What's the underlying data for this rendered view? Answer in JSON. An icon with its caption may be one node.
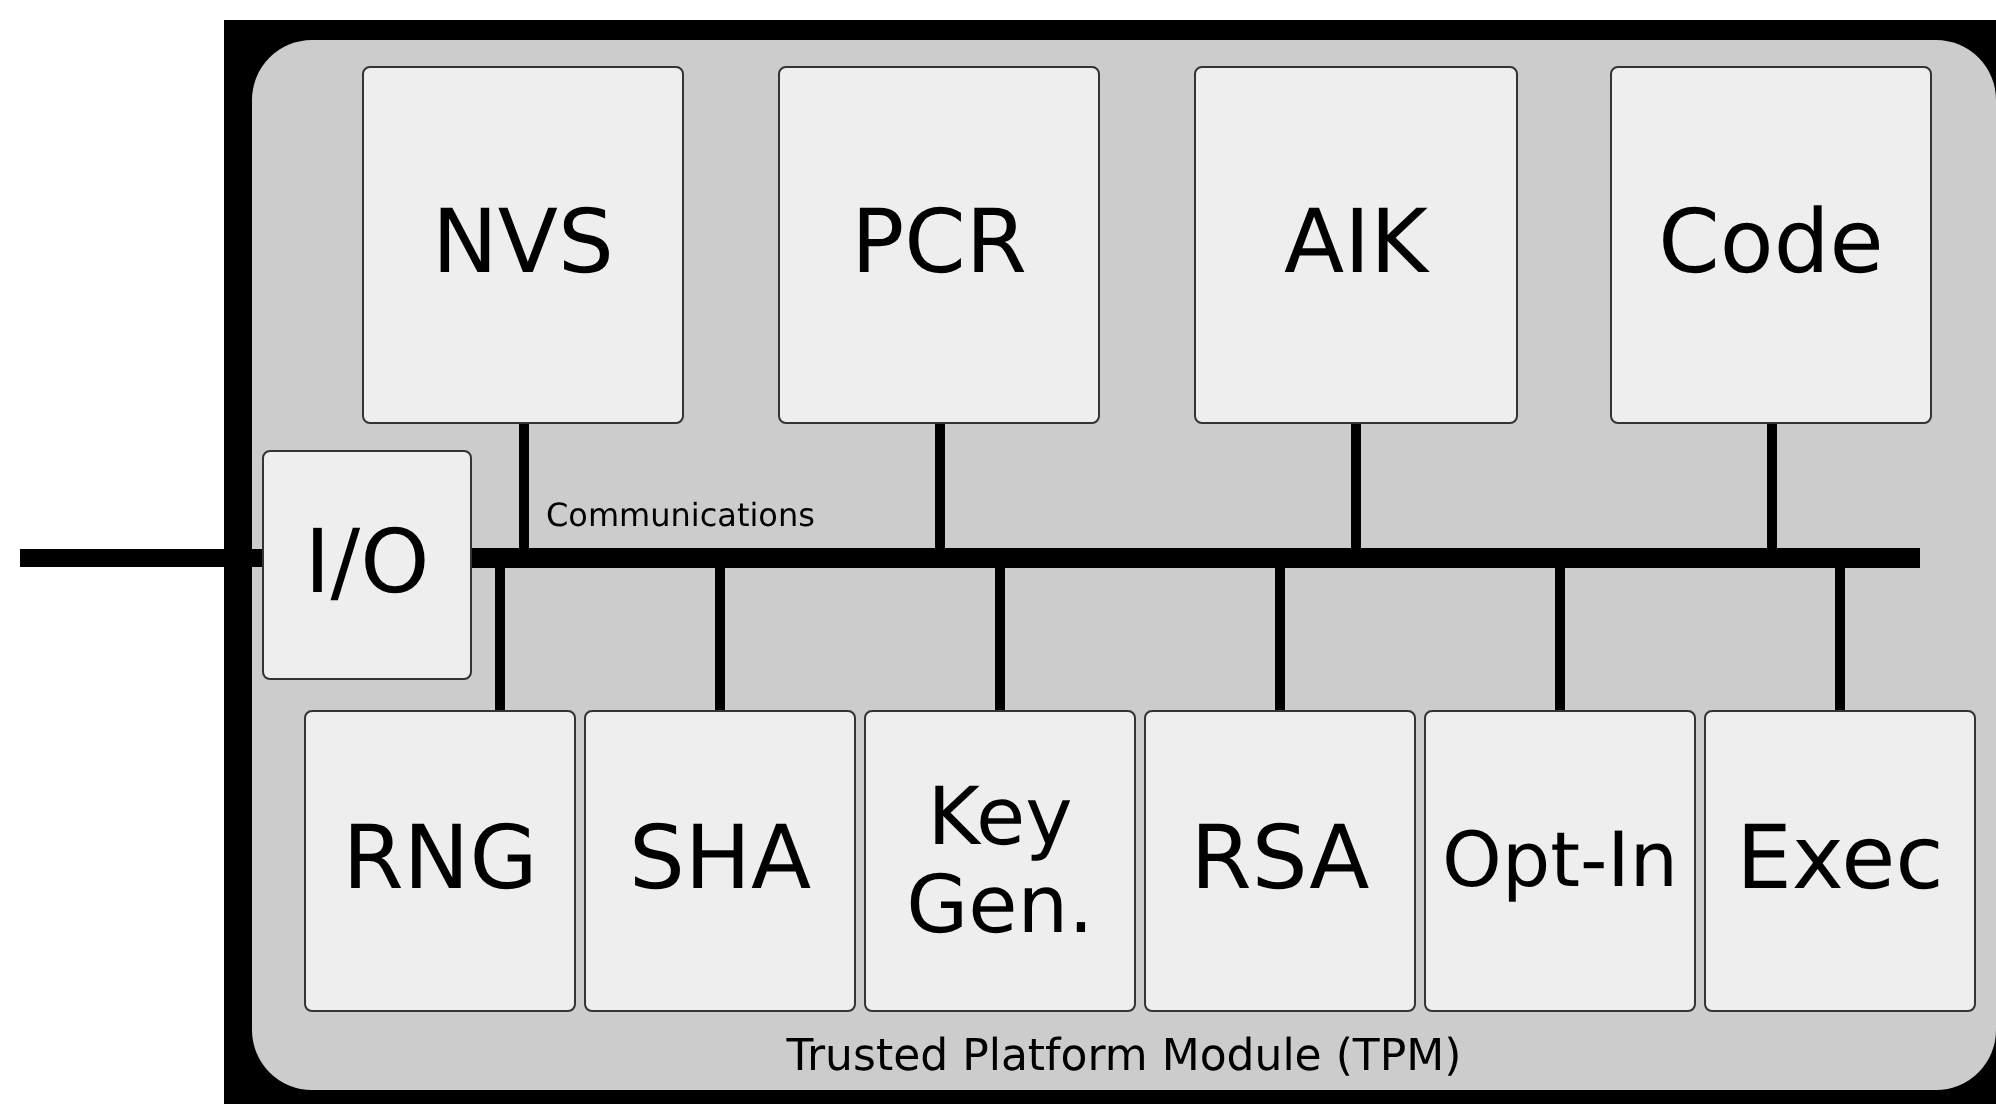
{
  "diagram": {
    "nodes": [
      {
        "text": [
          "Trusted Platform Module (TPM)"
        ]
      },
      {
        "text": [
          "NVS"
        ],
        "in": 0
      },
      {
        "text": [
          "PCR"
        ],
        "in": 0
      },
      {
        "text": [
          "AIK"
        ],
        "in": 0
      },
      {
        "text": [
          "Code"
        ],
        "in": 0
      },
      {
        "text": [
          "I/O"
        ],
        "in": 0
      },
      {
        "text": [],
        "shape": "bar",
        "beside": [
          "Communications"
        ],
        "in": 0
      },
      {
        "text": [
          "RNG"
        ],
        "in": 0
      },
      {
        "text": [
          "SHA"
        ],
        "in": 0
      },
      {
        "text": [
          "Key Gen."
        ],
        "in": 0
      },
      {
        "text": [
          "RSA"
        ],
        "in": 0
      },
      {
        "text": [
          "Opt-In"
        ],
        "in": 0
      },
      {
        "text": [
          "Exec"
        ],
        "in": 0
      }
    ],
    "edges": [
      {
        "from": null,
        "to": 5,
        "arrow": "none",
        "style": "thick"
      },
      {
        "from": 1,
        "to": 6,
        "arrow": "none"
      },
      {
        "from": 2,
        "to": 6,
        "arrow": "none"
      },
      {
        "from": 3,
        "to": 6,
        "arrow": "none"
      },
      {
        "from": 4,
        "to": 6,
        "arrow": "none"
      },
      {
        "from": 7,
        "to": 6,
        "arrow": "none"
      },
      {
        "from": 8,
        "to": 6,
        "arrow": "none"
      },
      {
        "from": 9,
        "to": 6,
        "arrow": "none"
      },
      {
        "from": 10,
        "to": 6,
        "arrow": "none"
      },
      {
        "from": 11,
        "to": 6,
        "arrow": "none"
      },
      {
        "from": 12,
        "to": 6,
        "arrow": "none"
      }
    ]
  }
}
